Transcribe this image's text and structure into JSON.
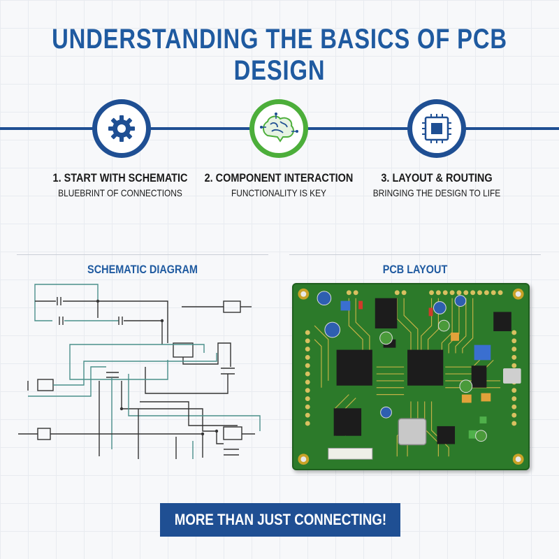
{
  "title": "UNDERSTANDING THE BASICS OF PCB DESIGN",
  "steps": [
    {
      "title": "1. START WITH SCHEMATIC",
      "subtitle": "BLUEBRINT OF CONNECTIONS",
      "icon": "gear-icon",
      "ring_color": "#1f4f93"
    },
    {
      "title": "2. COMPONENT INTERACTION",
      "subtitle": "FUNCTIONALITY IS KEY",
      "icon": "brain-circuit-icon",
      "ring_color": "#4cae3a"
    },
    {
      "title": "3. LAYOUT & ROUTING",
      "subtitle": "BRINGING THE DESIGN TO LIFE",
      "icon": "chip-icon",
      "ring_color": "#1f4f93"
    }
  ],
  "sections": {
    "schematic_title": "SCHEMATIC DIAGRAM",
    "pcb_title": "PCB LAYOUT"
  },
  "cta": "MORE THAN JUST CONNECTING!",
  "colors": {
    "brand_blue": "#1f5aa0",
    "timeline": "#1f4f93",
    "accent_green": "#4cae3a",
    "board_green": "#2c7a2a"
  }
}
